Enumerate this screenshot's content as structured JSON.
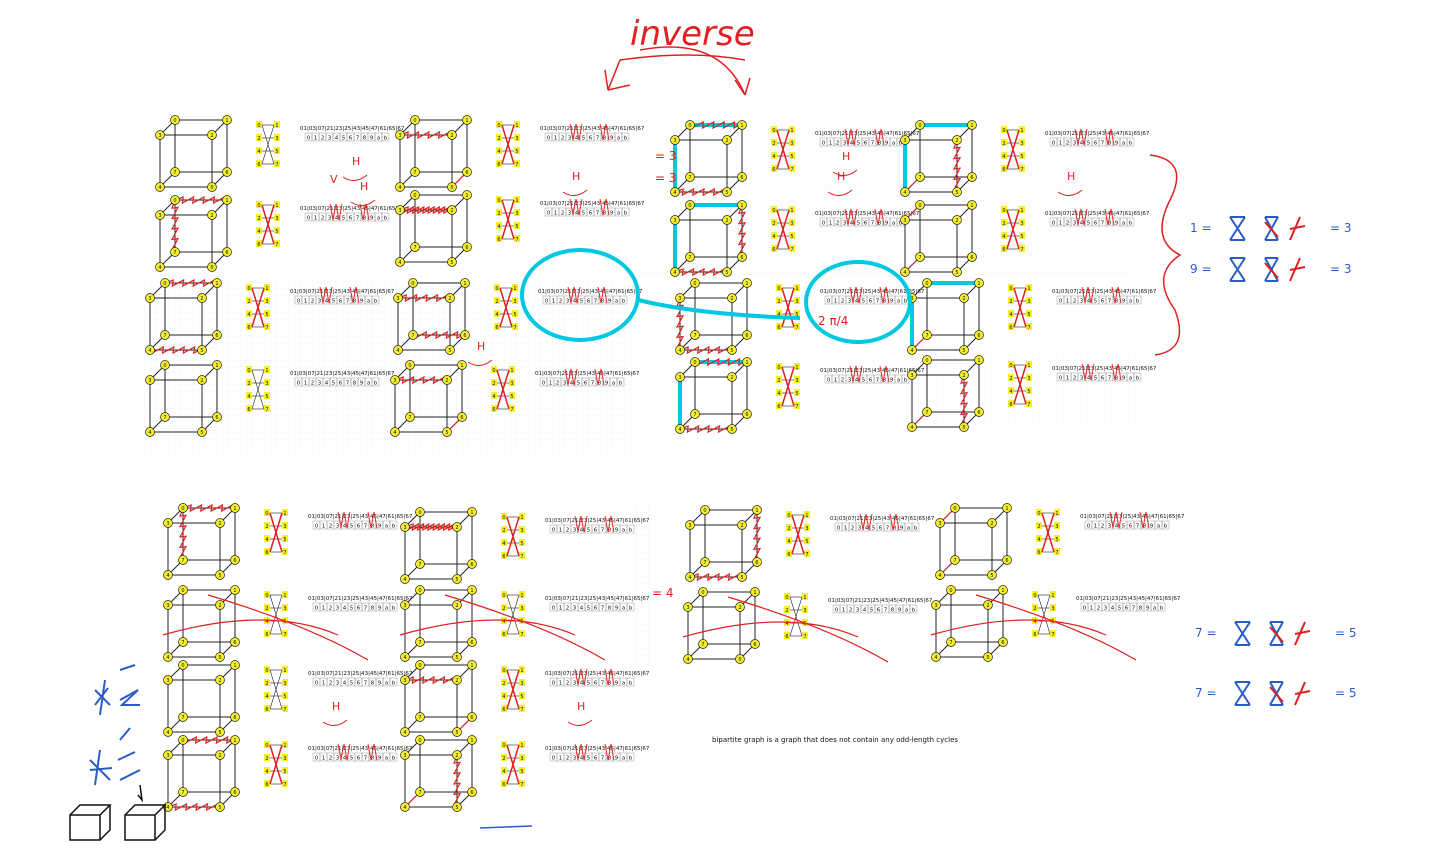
{
  "title_annotation": "inverse",
  "footnote": "bipartite graph is a graph that does not contain any odd-length cycles",
  "node_labels": [
    "0",
    "1",
    "2",
    "3",
    "4",
    "5",
    "6",
    "7"
  ],
  "perm_top": "01|03|07|21|23|25|43|45|47|61|65|67",
  "perm_bottom": [
    "0",
    "1",
    "2",
    "3",
    "4",
    "5",
    "6",
    "7",
    "8",
    "9",
    "a",
    "b"
  ],
  "h_label": "H",
  "v_label": "V",
  "right_notes": {
    "row1_lhs": "1 =",
    "row1_rhs": "= 3",
    "row2_lhs": "9 =",
    "row2_rhs": "= 3",
    "row3_lhs": "7 =",
    "row3_rhs": "= 5",
    "row4_lhs": "7 =",
    "row4_rhs": "= 5"
  },
  "side_marks": {
    "minus3": "= 3",
    "eq3": "= 3",
    "eq4": "= 4",
    "pi4": "2 π/4"
  },
  "colors": {
    "node_fill": "#f5ef2a",
    "red_ink": "#e02020",
    "cyan_ink": "#00c8e0",
    "blue_ink": "#2a5cc8",
    "line": "#222222",
    "grid": "#cfe3f5"
  }
}
